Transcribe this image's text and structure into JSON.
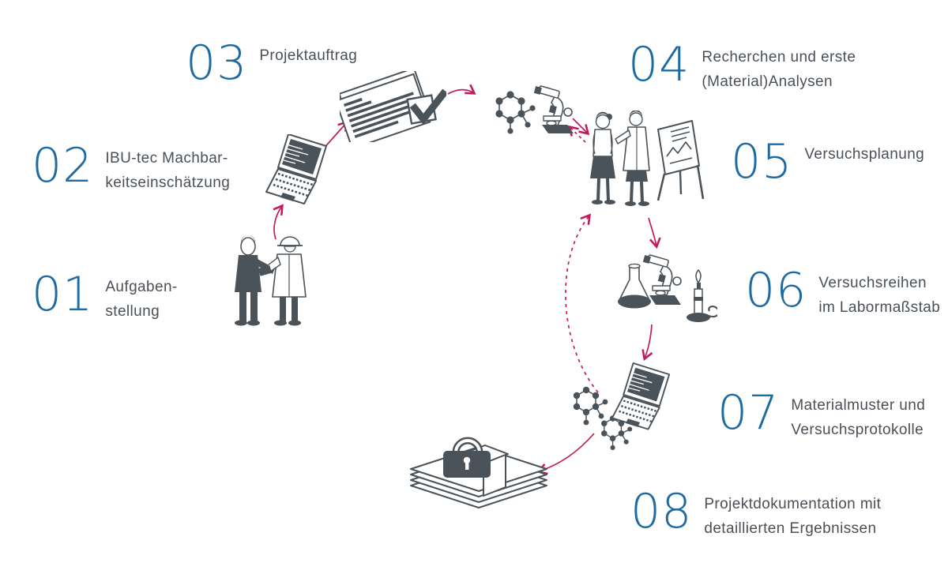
{
  "diagram_title": "IBU-tec project process cycle",
  "colors": {
    "accent_blue": "#1e6aa1",
    "text_gray": "#4a5057",
    "arrow_magenta": "#c2195f",
    "illustration_ink": "#4a525a"
  },
  "steps": [
    {
      "number": "01",
      "lines": [
        "Aufgaben-",
        "stellung"
      ],
      "icon": "handshake-icon"
    },
    {
      "number": "02",
      "lines": [
        "IBU-tec Machbar-",
        "keitseinschätzung"
      ],
      "icon": "laptop-icon"
    },
    {
      "number": "03",
      "lines": [
        "Projektauftrag"
      ],
      "icon": "document-check-icon"
    },
    {
      "number": "04",
      "lines": [
        "Recherchen und erste",
        "(Material)Analysen"
      ],
      "icon": "molecule-microscope-icon"
    },
    {
      "number": "05",
      "lines": [
        "Versuchsplanung"
      ],
      "icon": "planning-people-icon"
    },
    {
      "number": "06",
      "lines": [
        "Versuchsreihen",
        "im Labormaßstab"
      ],
      "icon": "lab-equipment-icon"
    },
    {
      "number": "07",
      "lines": [
        "Materialmuster und",
        "Versuchsprotokolle"
      ],
      "icon": "laptop-molecules-icon"
    },
    {
      "number": "08",
      "lines": [
        "Projektdokumentation mit",
        "detaillierten Ergebnissen"
      ],
      "icon": "locked-documents-icon"
    }
  ],
  "arrows": [
    {
      "from": "01",
      "to": "02",
      "style": "solid"
    },
    {
      "from": "02",
      "to": "03",
      "style": "solid"
    },
    {
      "from": "03",
      "to": "04",
      "style": "solid"
    },
    {
      "from": "04",
      "to": "05",
      "style": "solid"
    },
    {
      "from": "05",
      "to": "04",
      "style": "dashed"
    },
    {
      "from": "05",
      "to": "06",
      "style": "solid"
    },
    {
      "from": "06",
      "to": "07",
      "style": "solid"
    },
    {
      "from": "07",
      "to": "05",
      "style": "dashed"
    },
    {
      "from": "07",
      "to": "08",
      "style": "solid"
    }
  ]
}
